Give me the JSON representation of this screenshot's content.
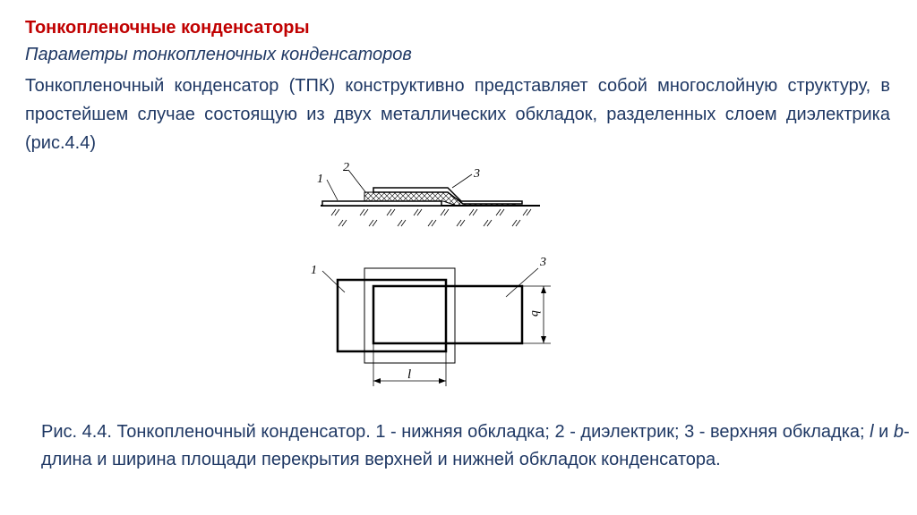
{
  "slide": {
    "title": "Тонкопленочные конденсаторы",
    "subtitle": "Параметры тонкопленочных конденсаторов",
    "paragraph": "Тонкопленочный конденсатор (ТПК) конструктивно представляет собой многослойную структуру, в простейшем случае состоящую из двух металлических обкладок, разделенных слоем диэлектрика (рис.4.4)"
  },
  "figure": {
    "section_labels": {
      "one": "1",
      "two": "2",
      "three": "3"
    },
    "plan_labels": {
      "one": "1",
      "three": "3",
      "b": "b",
      "l": "l"
    }
  },
  "caption": {
    "part1": "Рис. 4.4. Тонкопленочный конденсатор. 1 - нижняя обкладка; 2 - диэлектрик; 3 - верхняя обкладка; ",
    "l": "l",
    "and": " и ",
    "b": "b",
    "part2": "- длина и ширина площади перекрытия верхней и нижней обкладок конденсатора."
  }
}
